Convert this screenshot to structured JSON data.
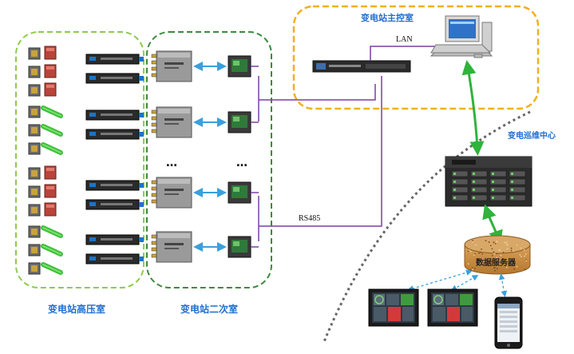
{
  "regions": {
    "high_voltage_room": "变电站高压室",
    "secondary_room": "变电站二次室",
    "main_control_room": "变电站主控室",
    "maintenance_center": "变电巡维中心"
  },
  "links": {
    "lan": "LAN",
    "rs485": "RS485"
  },
  "nodes": {
    "database_server": "数据服务器"
  },
  "ellipsis": "…",
  "colors": {
    "hv_border": "#8fcb4d",
    "secondary_border": "#3d8a3d",
    "control_border": "#f2b01e",
    "bus_line": "#7b3fa0",
    "link_blue": "#3aa0dc",
    "link_green": "#2fb33b",
    "label_blue": "#1f6fd0"
  }
}
